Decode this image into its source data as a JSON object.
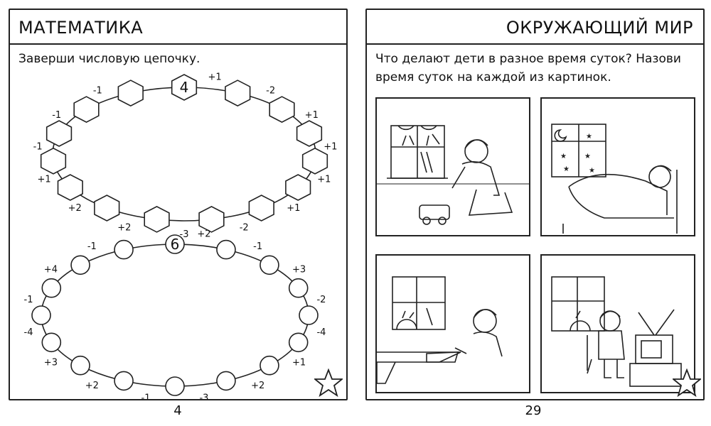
{
  "left_page": {
    "title": "МАТЕМАТИКА",
    "task": "Заверши числовую цепочку.",
    "page_number": "4",
    "chain1": {
      "start": "4",
      "labels": [
        "+1",
        "-2",
        "+1",
        "+1",
        "+1",
        "+1",
        "-2",
        "-3",
        "+2",
        "+2",
        "+1",
        "-1",
        "-1",
        "-1"
      ]
    },
    "chain2": {
      "start": "6",
      "labels": [
        "+2",
        "-1",
        "+3",
        "-2",
        "-4",
        "+1",
        "+2",
        "-3",
        "-1",
        "+2",
        "+3",
        "-4",
        "-1",
        "+4",
        "-1"
      ]
    }
  },
  "right_page": {
    "title": "ОКРУЖАЮЩИЙ МИР",
    "task": "Что делают дети в разное время суток? Назови время суток на каждой из картинок.",
    "page_number": "29",
    "pictures": [
      "morning-play",
      "night-sleep",
      "day-drawing",
      "evening-tv"
    ]
  }
}
